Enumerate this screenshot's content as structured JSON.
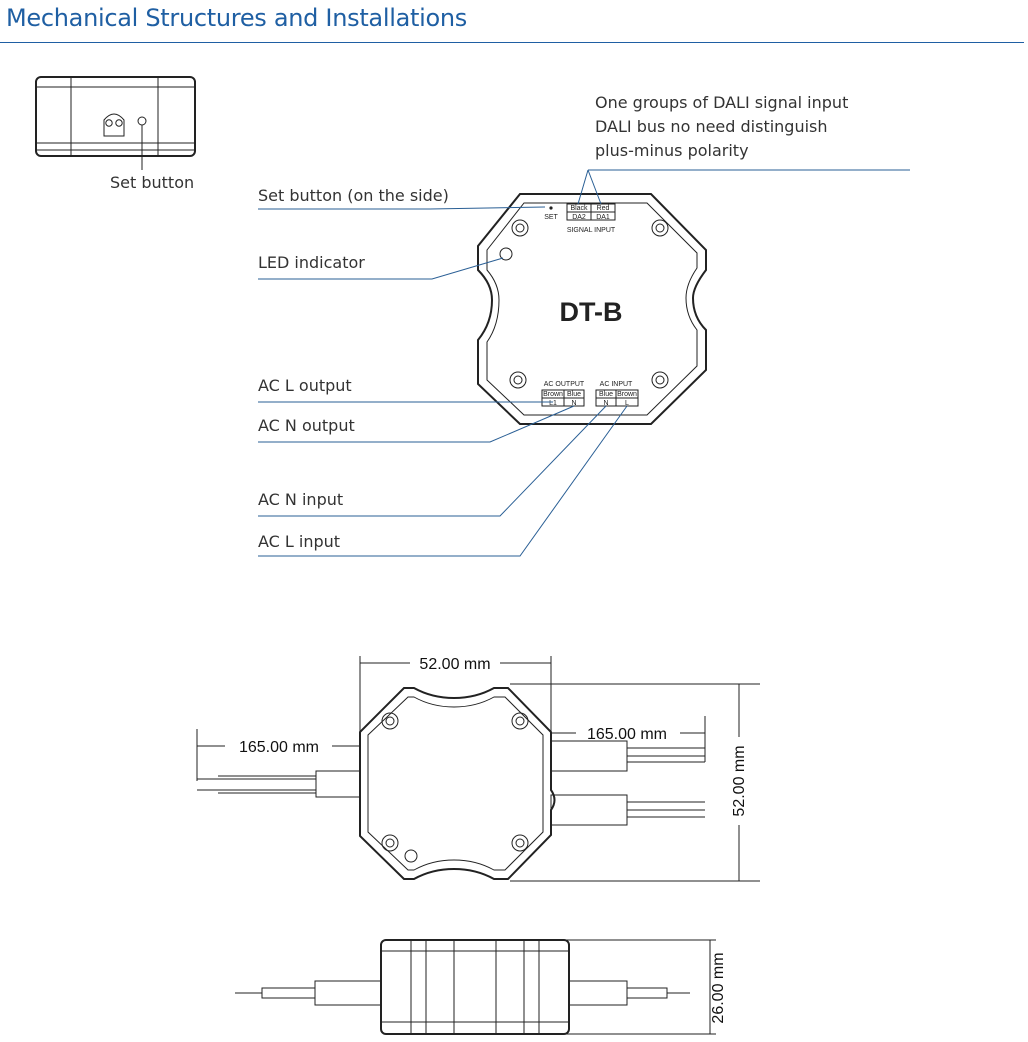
{
  "title": "Mechanical Structures and Installations",
  "side_view_label": "Set button",
  "callouts": {
    "signal_info": [
      "One groups of DALI signal input",
      "DALI bus no need distinguish",
      "plus-minus polarity"
    ],
    "set_button_side": "Set button (on the side)",
    "led_indicator": "LED indicator",
    "ac_l_output": "AC L output",
    "ac_n_output": "AC N output",
    "ac_n_input": "AC N input",
    "ac_l_input": "AC L input"
  },
  "device": {
    "model": "DT-B",
    "set_text": "SET",
    "signal_input": "SIGNAL INPUT",
    "signal_terminals": [
      {
        "color": "Black",
        "name": "DA2"
      },
      {
        "color": "Red",
        "name": "DA1"
      }
    ],
    "ac_output_label": "AC OUTPUT",
    "ac_input_label": "AC INPUT",
    "output_terminals": [
      {
        "color": "Brown",
        "name": "L1"
      },
      {
        "color": "Blue",
        "name": "N"
      }
    ],
    "input_terminals": [
      {
        "color": "Blue",
        "name": "N"
      },
      {
        "color": "Brown",
        "name": "L"
      }
    ]
  },
  "dimensions": {
    "width_top": "52.00 mm",
    "cable_left": "165.00 mm",
    "cable_right": "165.00 mm",
    "height_right": "52.00 mm",
    "thickness": "26.00 mm"
  },
  "colors": {
    "accent": "#1f5fa3",
    "leader": "#2a5f95",
    "outline": "#222222"
  }
}
